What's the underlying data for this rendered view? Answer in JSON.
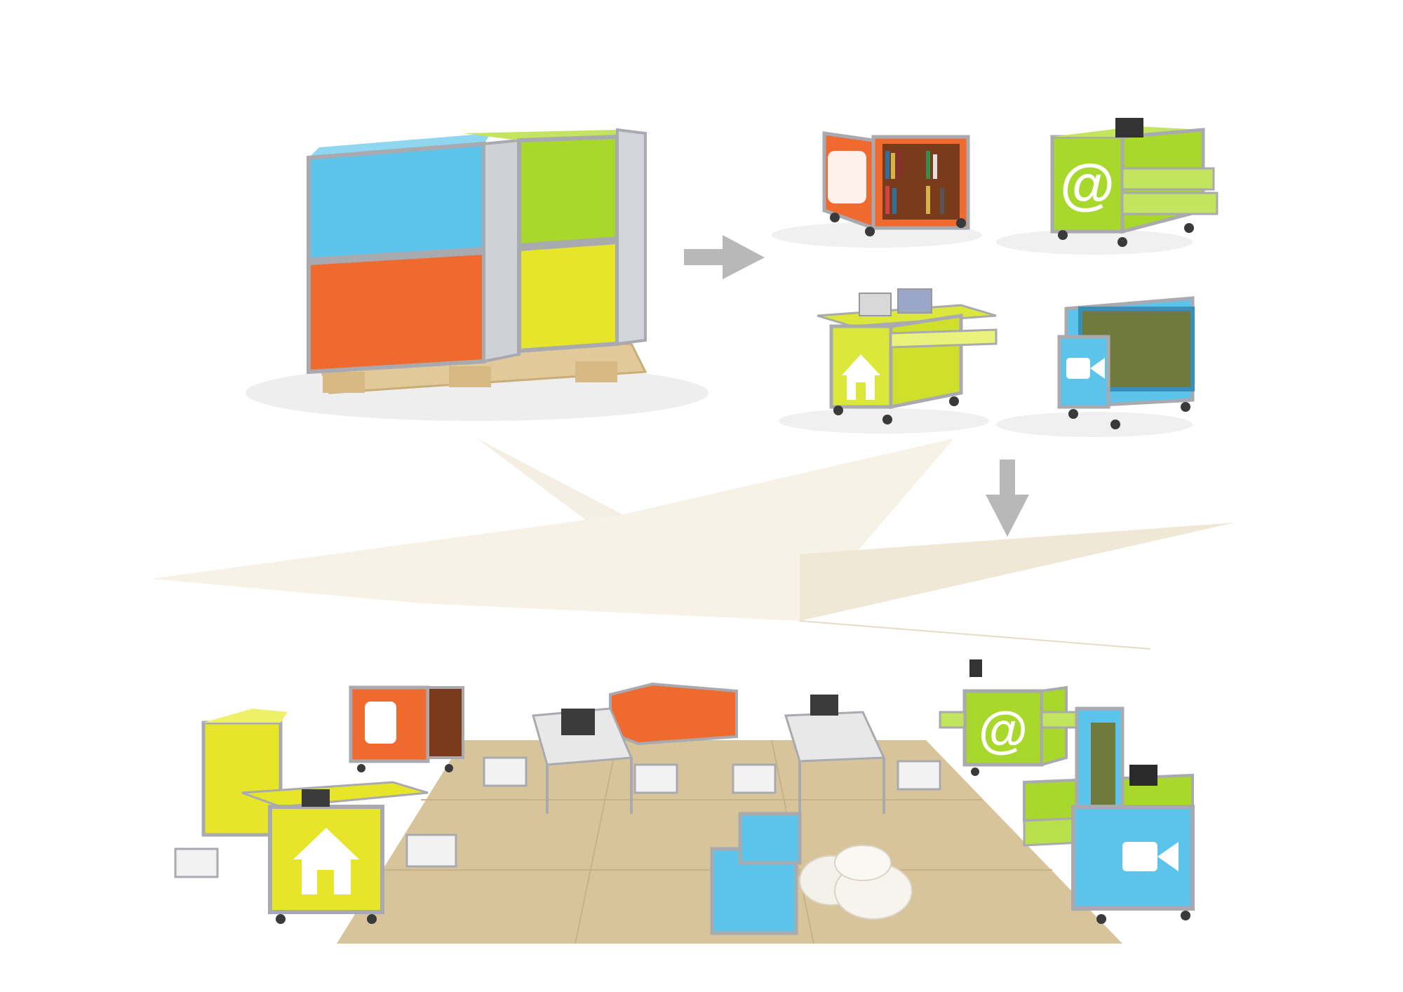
{
  "palette": {
    "blue": "#5cc4ea",
    "green": "#a8d82c",
    "orange": "#ee6a2e",
    "yellow": "#e6e52a",
    "aluminium": "#b9bcc2",
    "pallet_wood": "#e2c99a",
    "sail": "#f4efe2",
    "floor_mat": "#d8c49a",
    "arrow_gray": "#b8b8b8"
  },
  "modules": [
    {
      "icon": "book-icon",
      "color": "orange"
    },
    {
      "icon": "at-sign-icon",
      "color": "green"
    },
    {
      "icon": "house-icon",
      "color": "yellow-green"
    },
    {
      "icon": "video-camera-icon",
      "color": "blue"
    }
  ]
}
